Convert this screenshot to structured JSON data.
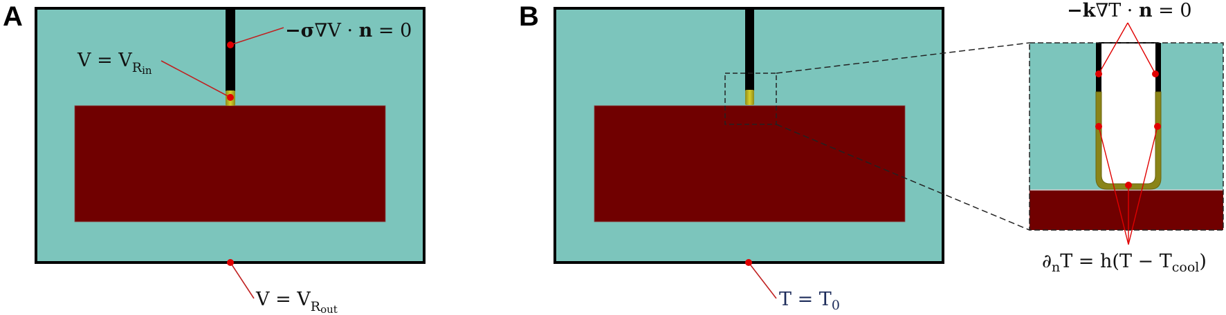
{
  "colors": {
    "medium": "#7cc5bc",
    "tissue": "#700000",
    "frame": "#000000",
    "electrode_shaft": "#000000",
    "electrode_tip": "#c8c020",
    "electrode_tip_zoom": "#9a9320",
    "annotation": "#e00000",
    "dashed": "#333333",
    "text_blue": "#1c2b5a"
  },
  "panels": [
    {
      "label": "A",
      "annotations": {
        "insulation_bc": {
          "lhs": "−σ∇V · n",
          "rhs": "= 0",
          "bold_parts": [
            "σ",
            "n"
          ]
        },
        "electrode_tip_bc": {
          "base": "V = V",
          "sub": "R",
          "subsub": "in"
        },
        "outer_boundary_bc": {
          "base": "V = V",
          "sub": "R",
          "subsub": "out"
        }
      }
    },
    {
      "label": "B",
      "annotations": {
        "outer_boundary_bc": {
          "base": "T = T",
          "sub": "0"
        },
        "insulation_bc": {
          "lhs": "−k∇T · n",
          "rhs": "= 0",
          "bold_parts": [
            "k",
            "n"
          ]
        },
        "convective_bc": {
          "part1": "∂",
          "sub1": "n",
          "part2": "T = h(T − T",
          "sub2": "cool",
          "part3": ")"
        }
      },
      "inset": {
        "description": "zoomed view of electrode tip"
      }
    }
  ]
}
